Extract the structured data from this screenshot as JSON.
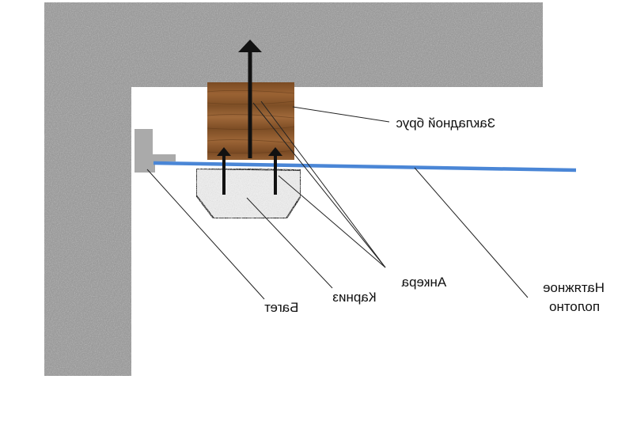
{
  "labels": {
    "zakladnoy_brus": "Закладной брус",
    "ankera": "Анкера",
    "karniz": "Карниз",
    "baget": "Багет",
    "natyazhnoe_line1": "Натяжное",
    "natyazhnoe_line2": "полотно"
  },
  "colors": {
    "concrete_base": "#9a9a9a",
    "wood": "#8b5a2b",
    "stretch_film": "#4a86d6",
    "baguette": "#aaaaaa",
    "cornice_fill": "#ececec",
    "arrow": "#111111",
    "leader": "#222222"
  }
}
